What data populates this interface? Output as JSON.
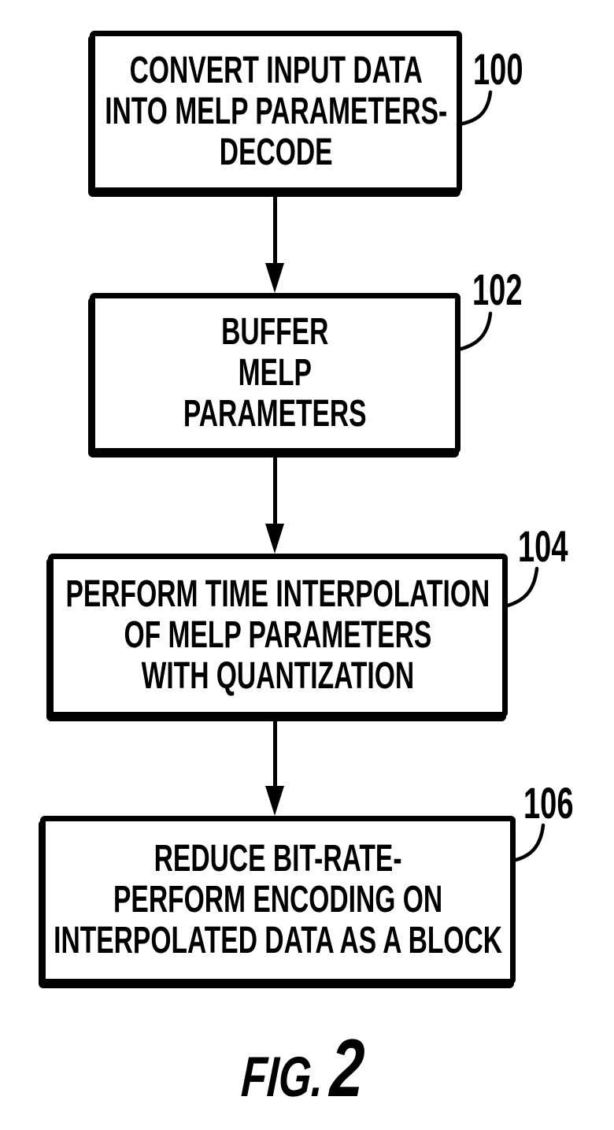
{
  "figure": {
    "caption": {
      "prefix": "FIG.",
      "number": "2"
    },
    "colors": {
      "ink": "#000000",
      "paper": "#ffffff"
    },
    "connector_icon": "down-arrow",
    "steps": [
      {
        "ref": "100",
        "lines": [
          "CONVERT INPUT DATA",
          "INTO MELP PARAMETERS-",
          "DECODE"
        ]
      },
      {
        "ref": "102",
        "lines": [
          "BUFFER",
          "MELP",
          "PARAMETERS"
        ]
      },
      {
        "ref": "104",
        "lines": [
          "PERFORM TIME INTERPOLATION",
          "OF MELP PARAMETERS",
          "WITH QUANTIZATION"
        ]
      },
      {
        "ref": "106",
        "lines": [
          "REDUCE BIT-RATE-",
          "PERFORM ENCODING ON",
          "INTERPOLATED DATA AS A BLOCK"
        ]
      }
    ]
  }
}
